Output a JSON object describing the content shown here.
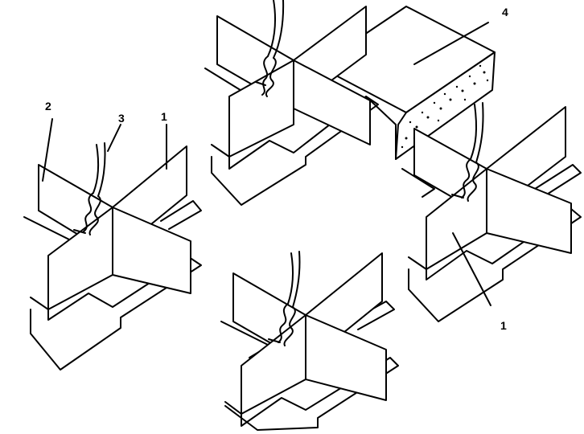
{
  "diagram": {
    "labels": [
      {
        "id": "label-1-left",
        "text": "1"
      },
      {
        "id": "label-2",
        "text": "2"
      },
      {
        "id": "label-3",
        "text": "3"
      },
      {
        "id": "label-4",
        "text": "4"
      },
      {
        "id": "label-1-right",
        "text": "1"
      }
    ],
    "background": "#ffffff",
    "stroke_color": "#000000"
  }
}
